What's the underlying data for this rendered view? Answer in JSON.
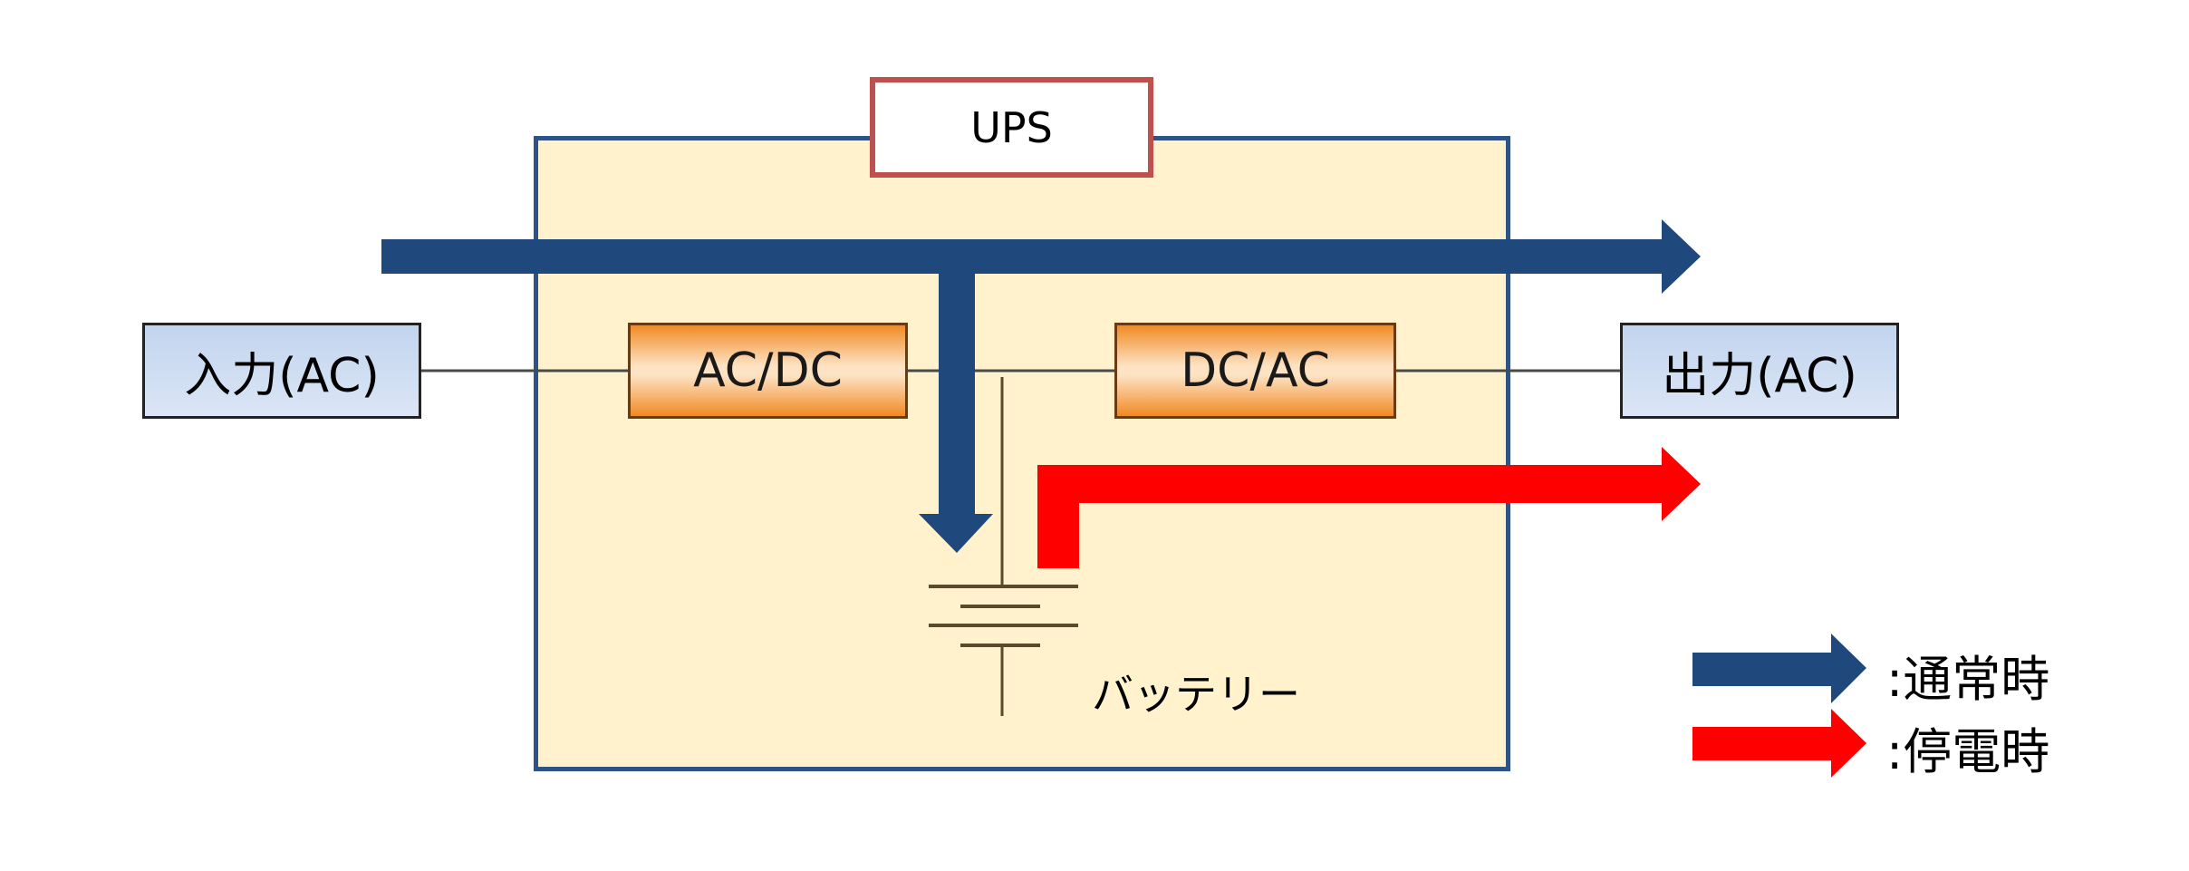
{
  "diagram": {
    "title": "UPS",
    "blocks": {
      "input": "入力(AC)",
      "ac_dc": "AC/DC",
      "dc_ac": "DC/AC",
      "output": "出力(AC)"
    },
    "battery_label": "バッテリー",
    "legend": [
      {
        "label": ":通常時",
        "color": "#1f497d"
      },
      {
        "label": ":停電時",
        "color": "#ff0000"
      }
    ],
    "colors": {
      "normal_flow": "#1f497d",
      "outage_flow": "#ff0000",
      "ups_border": "#2e5487",
      "ups_fill": "#fff2cc",
      "label_border": "#c0504d"
    }
  }
}
